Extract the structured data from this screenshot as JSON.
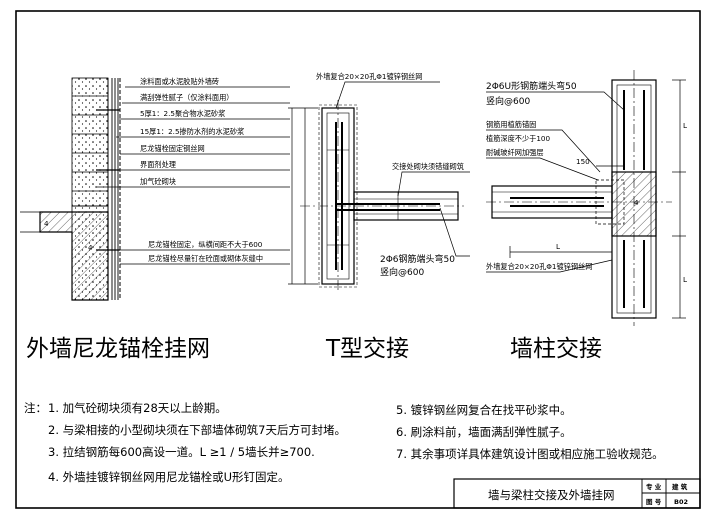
{
  "titles": {
    "wall_mesh": "外墙尼龙锚栓挂网",
    "t_joint": "T型交接",
    "wall_column": "墙柱交接"
  },
  "wall_layers": [
    "涂料面或水泥胶贴外墙砖",
    "满刮弹性腻子（仅涂料面用）",
    "5厚1：2.5聚合物水泥砂浆",
    "15厚1：2.5掺防水剂的水泥砂浆",
    "尼龙锚栓固定钢丝网",
    "界面剂处理",
    "加气砼砌块"
  ],
  "anchor_notes": [
    "尼龙锚栓固定，纵横间距不大于600",
    "尼龙锚栓尽量钉在砼面或砌体灰缝中"
  ],
  "t_joint_labels": {
    "mesh": "外墙复合20×20孔Φ1镀锌钢丝网",
    "brick": "交接处砌块须错缝砌筑",
    "rebar": "2Φ6钢筋端头弯50",
    "spacing": "竖向@600"
  },
  "column_labels": {
    "u_rebar": "2Φ6U形钢筋端头弯50",
    "spacing": "竖向@600",
    "implant": "钢筋用植筋锚固",
    "depth": "植筋深度不少于100",
    "fiber": "耐碱玻纤网加强层",
    "dim150": "150",
    "mesh": "外墙复合20×20孔Φ1镀锌钢丝网",
    "dim_l": "L"
  },
  "notes": {
    "prefix": "注：",
    "items": [
      "1. 加气砼砌块须有28天以上龄期。",
      "2. 与梁相接的小型砌块须在下部墙体砌筑7天后方可封堵。",
      "3. 拉结钢筋每600高设一道。L ≥1 / 5墙长并≥700.",
      "4. 外墙挂镀锌钢丝网用尼龙锚栓或U形钉固定。",
      "5. 镀锌钢丝网复合在找平砂浆中。",
      "6. 刷涂料前，墙面满刮弹性腻子。",
      "7. 其余事项详具体建筑设计图或相应施工验收规范。"
    ]
  },
  "title_block": {
    "title": "墙与梁柱交接及外墙挂网",
    "c1": "专 业",
    "c2": "建 筑",
    "c3": "图 号",
    "c4": "B02"
  }
}
